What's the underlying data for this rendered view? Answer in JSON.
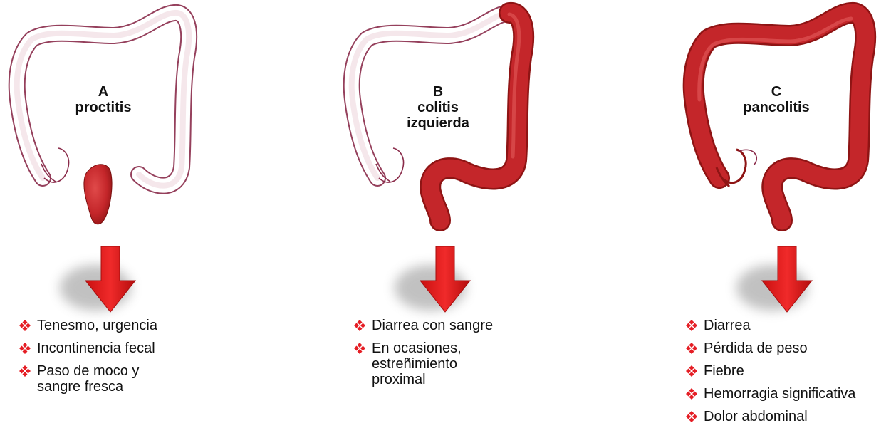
{
  "colors": {
    "inflamed": "#c4262a",
    "healthy_outline": "#8a2b4a",
    "arrow": "#e41b1b",
    "bullet": "#e51e25"
  },
  "icons": {
    "bullet": "four-diamond-bullet-icon",
    "arrow": "down-arrow-icon"
  },
  "panels": [
    {
      "id": "A",
      "letter": "A",
      "name": "proctitis",
      "symptoms": [
        "Tenesmo, urgencia",
        "Incontinencia fecal",
        "Paso de moco y sangre fresca"
      ]
    },
    {
      "id": "B",
      "letter": "B",
      "name_lines": [
        "colitis",
        "izquierda"
      ],
      "symptoms": [
        "Diarrea con sangre",
        "En ocasiones, estreñimiento proximal"
      ]
    },
    {
      "id": "C",
      "letter": "C",
      "name": "pancolitis",
      "symptoms": [
        "Diarrea",
        "Pérdida de peso",
        "Fiebre",
        "Hemorragia significativa",
        "Dolor abdominal"
      ]
    }
  ]
}
